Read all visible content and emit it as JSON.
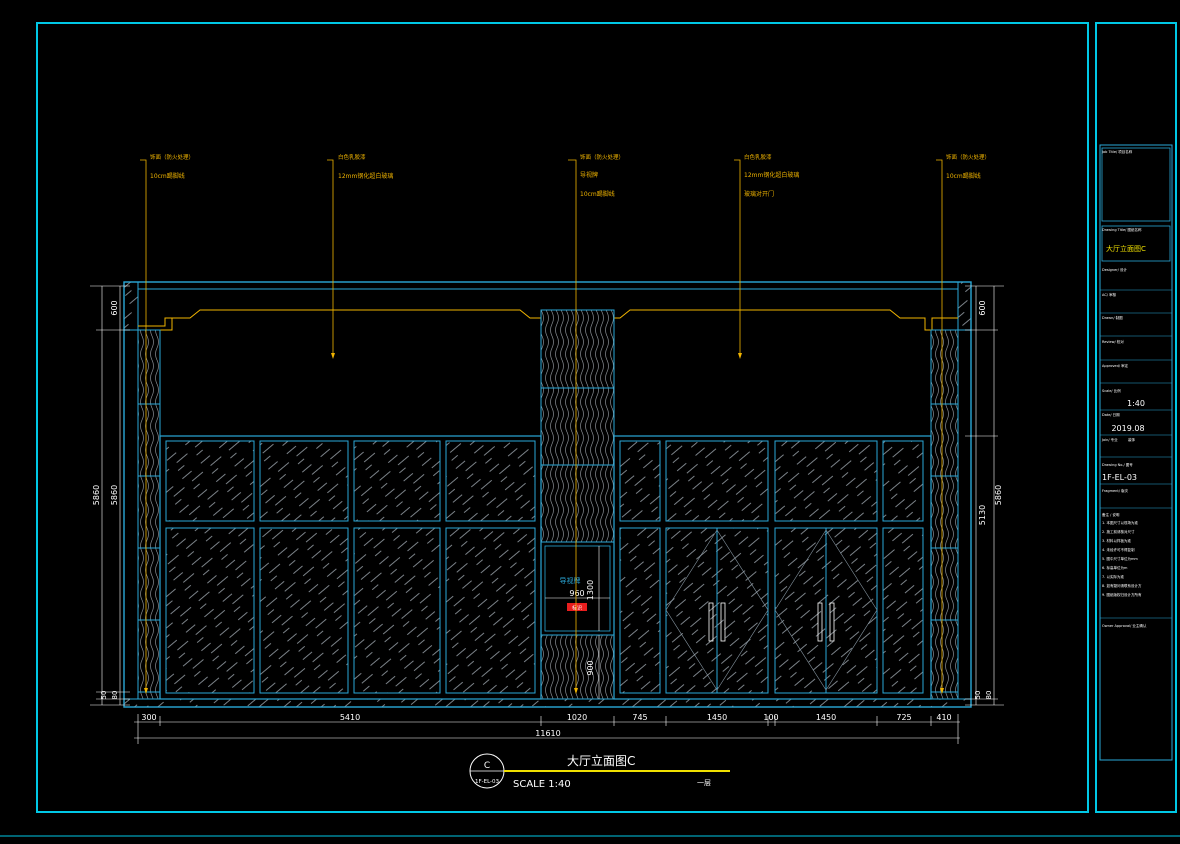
{
  "colors": {
    "background": "#000000",
    "frame": "#00c8e6",
    "drawing": "#2aa8d8",
    "annotation": "#f0b400",
    "title_underline": "#f0e000",
    "white_text": "#ffffff",
    "tag_red": "#e81e1e",
    "texture": "#b0b8c0"
  },
  "notes": [
    {
      "line1": "饰面（防火处理）",
      "line2": "10cm踢脚线",
      "line3": ""
    },
    {
      "line1": "白色乳胶漆",
      "line2": "12mm钢化超白玻璃",
      "line3": ""
    },
    {
      "line1": "饰面（防火处理）",
      "line2": "导视牌",
      "line3": "10cm踢脚线"
    },
    {
      "line1": "白色乳胶漆",
      "line2": "12mm钢化超白玻璃",
      "line3": "玻璃对开门"
    },
    {
      "line1": "饰面（防火处理）",
      "line2": "10cm踢脚线",
      "line3": ""
    }
  ],
  "dims": {
    "bottom": [
      "300",
      "5410",
      "1020",
      "745",
      "1450",
      "100",
      "1450",
      "725",
      "410"
    ],
    "total": "11610",
    "left": [
      "600",
      "5860",
      "5860",
      "50",
      "80"
    ],
    "right": [
      "600",
      "5130",
      "5860",
      "50",
      "80"
    ],
    "sign_width": "960",
    "sign_height": "1300",
    "sign_base": "900"
  },
  "sign": {
    "label": "导视牌",
    "tag": "标识"
  },
  "title": {
    "name": "大厅立面图C",
    "scale": "SCALE 1:40",
    "floor": "一层",
    "marker_letter": "C",
    "marker_sheet": "1F-EL-03"
  },
  "title_block": {
    "labels": [
      "Job Title/ 项目名称",
      "Drawing Title/ 图纸名称",
      "Designer/ 设计",
      "AC/ 审核",
      "Drawn/ 制图",
      "Review/ 校对",
      "Approved/ 审定",
      "Scale/ 比例",
      "Date/ 日期",
      "Join/ 专业",
      "Drawing No./ 图号",
      "Fragment/ 版次",
      "Owner Approval/ 业主确认"
    ],
    "drawing_title": "大厅立面图C",
    "scale": "1:40",
    "date": "2019.08",
    "join": "装饰",
    "drawing_no": "1F-EL-03",
    "notes_header": "备注 / 说明",
    "notes": [
      "1. 本图尺寸以现场为准",
      "2. 施工前请核对尺寸",
      "3. 材料以样板为准",
      "4. 未经许可不得复制",
      "5. 图中尺寸单位为mm",
      "6. 标高单位为m",
      "7. 以实际为准",
      "8. 如有疑问请联系设计方",
      "9. 图纸版权归设计方所有"
    ]
  }
}
